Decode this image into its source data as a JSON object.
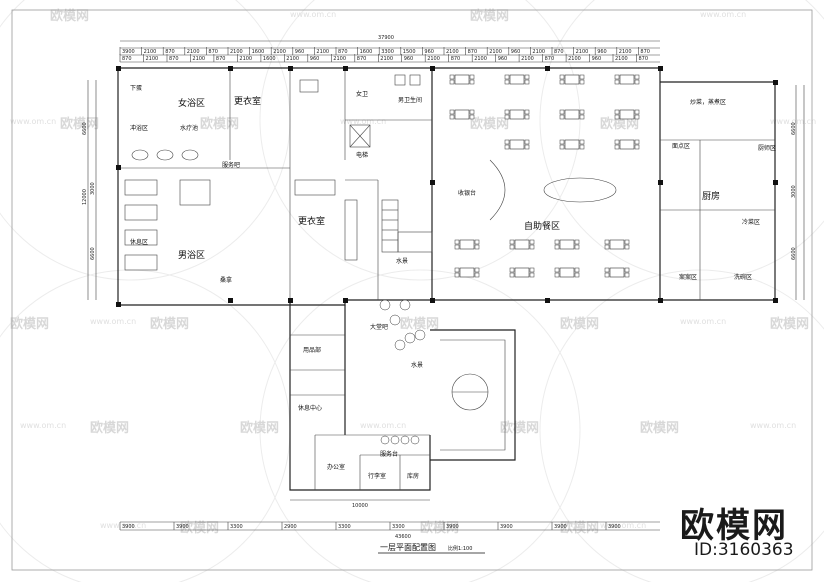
{
  "drawing": {
    "title": "一层平面配置图",
    "scale_note": "比例1:100",
    "total_width_dim": "37900",
    "bottom_total_dim": "43600",
    "top_dims": [
      "3900",
      "2100",
      "870",
      "2100",
      "870",
      "2100",
      "1600",
      "2100",
      "960",
      "2100",
      "870",
      "1600",
      "3300",
      "1500",
      "960",
      "2100",
      "870",
      "2100",
      "960",
      "2100",
      "870",
      "2100",
      "960",
      "2100",
      "870"
    ],
    "top_dims_row2": [
      "870",
      "2100",
      "870",
      "2100",
      "870",
      "2100",
      "1600",
      "2100",
      "960",
      "2100",
      "870",
      "2100",
      "960",
      "2100",
      "870",
      "2100",
      "960",
      "2100",
      "870",
      "2100",
      "960",
      "2100",
      "870"
    ],
    "bottom_dims": [
      "3900",
      "3900",
      "3300",
      "2900",
      "3300",
      "3300",
      "3900",
      "3900",
      "3900",
      "3900"
    ],
    "left_dims": [
      "6600",
      "12000",
      "3000",
      "6600"
    ],
    "right_dims": [
      "6600",
      "3000",
      "6600"
    ],
    "entry_dim": "10000"
  },
  "rooms": {
    "women_bath": "女浴区",
    "changing_room": "更衣室",
    "changing_room_2": "更衣室",
    "men_bath": "男浴区",
    "buffet": "自助餐区",
    "kitchen": "厨房",
    "stir_fry": "炒菜，蒸煮区",
    "prep": "案案区",
    "wash": "洗碗区",
    "lobby": "大堂吧",
    "office": "办公室",
    "service_desk": "服务台",
    "luggage": "行李室",
    "storage": "库房",
    "goods": "用品部",
    "fitness": "休息中心",
    "elevator": "电梯",
    "water_area": "水景",
    "water_area_2": "水景",
    "service_desk_2": "收银台",
    "toilet": "男卫生间",
    "toilet_w": "女卫",
    "rest": "休息区",
    "cold": "冷菜区",
    "pastry": "面点区",
    "staff": "厨师区",
    "sauna": "桑拿",
    "water_pool": "水疗池",
    "pool_area": "冲浴区",
    "foot": "服务吧",
    "misc": "下蛋"
  },
  "watermark": {
    "brand": "欧模网",
    "url": "www.om.cn",
    "id_text": "ID:3160363"
  }
}
